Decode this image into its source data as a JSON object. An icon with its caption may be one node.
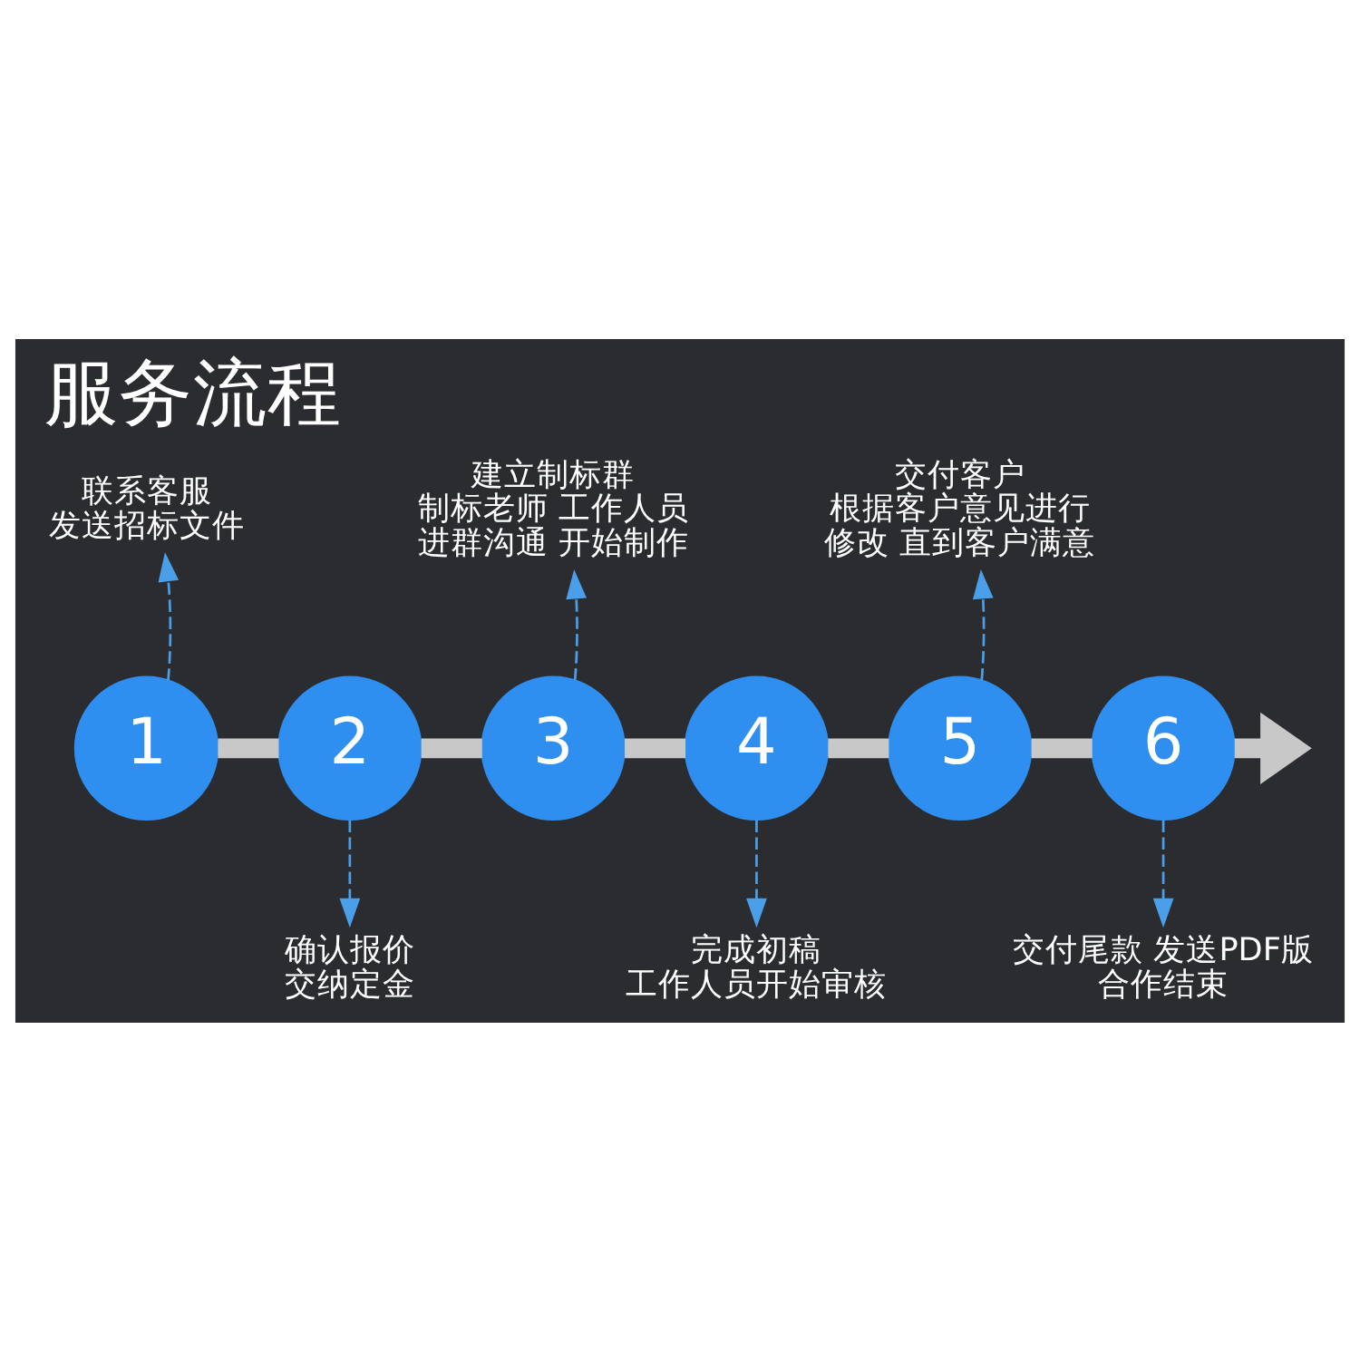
{
  "diagram": {
    "title": "服务流程",
    "nodes": [
      {
        "text": [
          "1"
        ]
      },
      {
        "text": [
          "2"
        ]
      },
      {
        "text": [
          "3"
        ]
      },
      {
        "text": [
          "4"
        ]
      },
      {
        "text": [
          "5"
        ]
      },
      {
        "text": [
          "6"
        ]
      },
      {
        "text": [
          "联系客服发送招标文件"
        ]
      },
      {
        "text": [
          "确认报价交纳定金"
        ]
      },
      {
        "text": [
          "建立制标群制标老师 工作人员进群沟通 开始制作"
        ]
      },
      {
        "text": [
          "完成初稿工作人员开始审核"
        ]
      },
      {
        "text": [
          "交付客户根据客户意见进行修改 直到客户满意"
        ]
      },
      {
        "text": [
          "交付尾款 发送PDF版合作结束"
        ]
      }
    ],
    "edges": [
      {
        "from": 0,
        "to": 1,
        "arrow": "none",
        "style": "thick",
        "color": "#c8c8c8"
      },
      {
        "from": 1,
        "to": 2,
        "arrow": "none",
        "style": "thick",
        "color": "#c8c8c8"
      },
      {
        "from": 2,
        "to": 3,
        "arrow": "none",
        "style": "thick",
        "color": "#c8c8c8"
      },
      {
        "from": 3,
        "to": 4,
        "arrow": "none",
        "style": "thick",
        "color": "#c8c8c8"
      },
      {
        "from": 4,
        "to": 5,
        "arrow": "none",
        "style": "thick",
        "color": "#c8c8c8"
      },
      {
        "from": 5,
        "to": null,
        "arrow": "to",
        "style": "thick",
        "color": "#c8c8c8"
      },
      {
        "from": 0,
        "to": 6,
        "arrow": "to",
        "style": "dashed",
        "color": "#4a9fe8"
      },
      {
        "from": 1,
        "to": 7,
        "arrow": "to",
        "style": "dashed",
        "color": "#4a9fe8"
      },
      {
        "from": 2,
        "to": 8,
        "arrow": "to",
        "style": "dashed",
        "color": "#4a9fe8"
      },
      {
        "from": 3,
        "to": 9,
        "arrow": "to",
        "style": "dashed",
        "color": "#4a9fe8"
      },
      {
        "from": 4,
        "to": 10,
        "arrow": "to",
        "style": "dashed",
        "color": "#4a9fe8"
      },
      {
        "from": 5,
        "to": 11,
        "arrow": "to",
        "style": "dashed",
        "color": "#4a9fe8"
      }
    ]
  }
}
